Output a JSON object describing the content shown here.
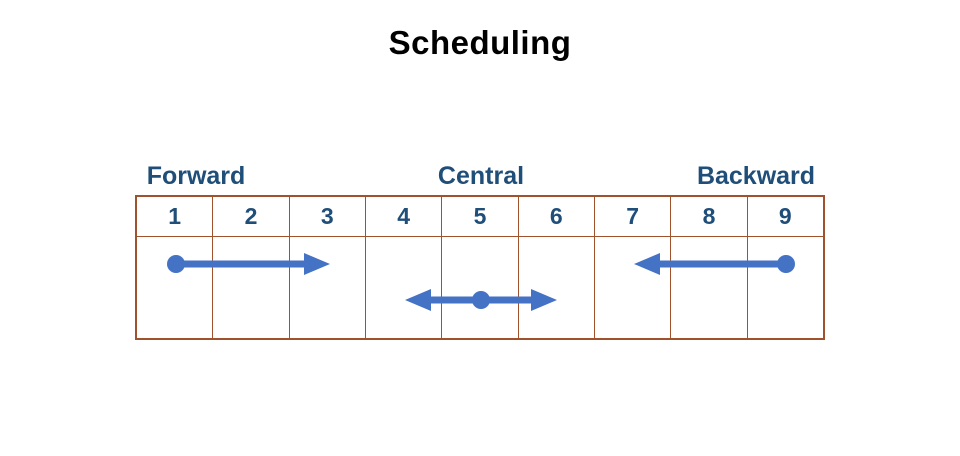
{
  "title": "Scheduling",
  "table": {
    "columns": [
      "1",
      "2",
      "3",
      "4",
      "5",
      "6",
      "7",
      "8",
      "9"
    ],
    "groups": [
      {
        "label": "Forward",
        "span_columns": [
          1,
          3
        ],
        "direction": "right"
      },
      {
        "label": "Central",
        "span_columns": [
          4,
          6
        ],
        "direction": "both"
      },
      {
        "label": "Backward",
        "span_columns": [
          7,
          9
        ],
        "direction": "left"
      }
    ],
    "arrows": [
      {
        "name": "forward-arrow",
        "origin_column": "1",
        "points_to_column": "3",
        "style": "dot-to-arrowhead-right"
      },
      {
        "name": "central-arrow",
        "origin_column": "5",
        "points_to_columns": [
          "4",
          "6"
        ],
        "style": "double-headed-with-center-dot"
      },
      {
        "name": "backward-arrow",
        "origin_column": "9",
        "points_to_column": "7",
        "style": "dot-to-arrowhead-left"
      }
    ]
  },
  "colors": {
    "arrow": "#4472C4",
    "grid_border": "#A0522D",
    "label_text": "#1F4E79",
    "title_text": "#000000"
  }
}
